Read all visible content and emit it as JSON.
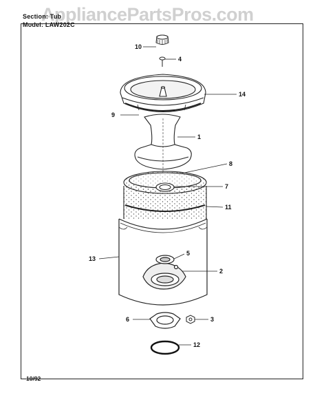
{
  "header": {
    "section_text": "Section: Tub",
    "model_text": "Model: LAW202C"
  },
  "watermark": "AppliancePartsPros.com",
  "footer": {
    "date": "10/92"
  },
  "callouts": [
    "10",
    "4",
    "14",
    "9",
    "1",
    "8",
    "7",
    "11",
    "13",
    "5",
    "2",
    "6",
    "3",
    "12"
  ]
}
